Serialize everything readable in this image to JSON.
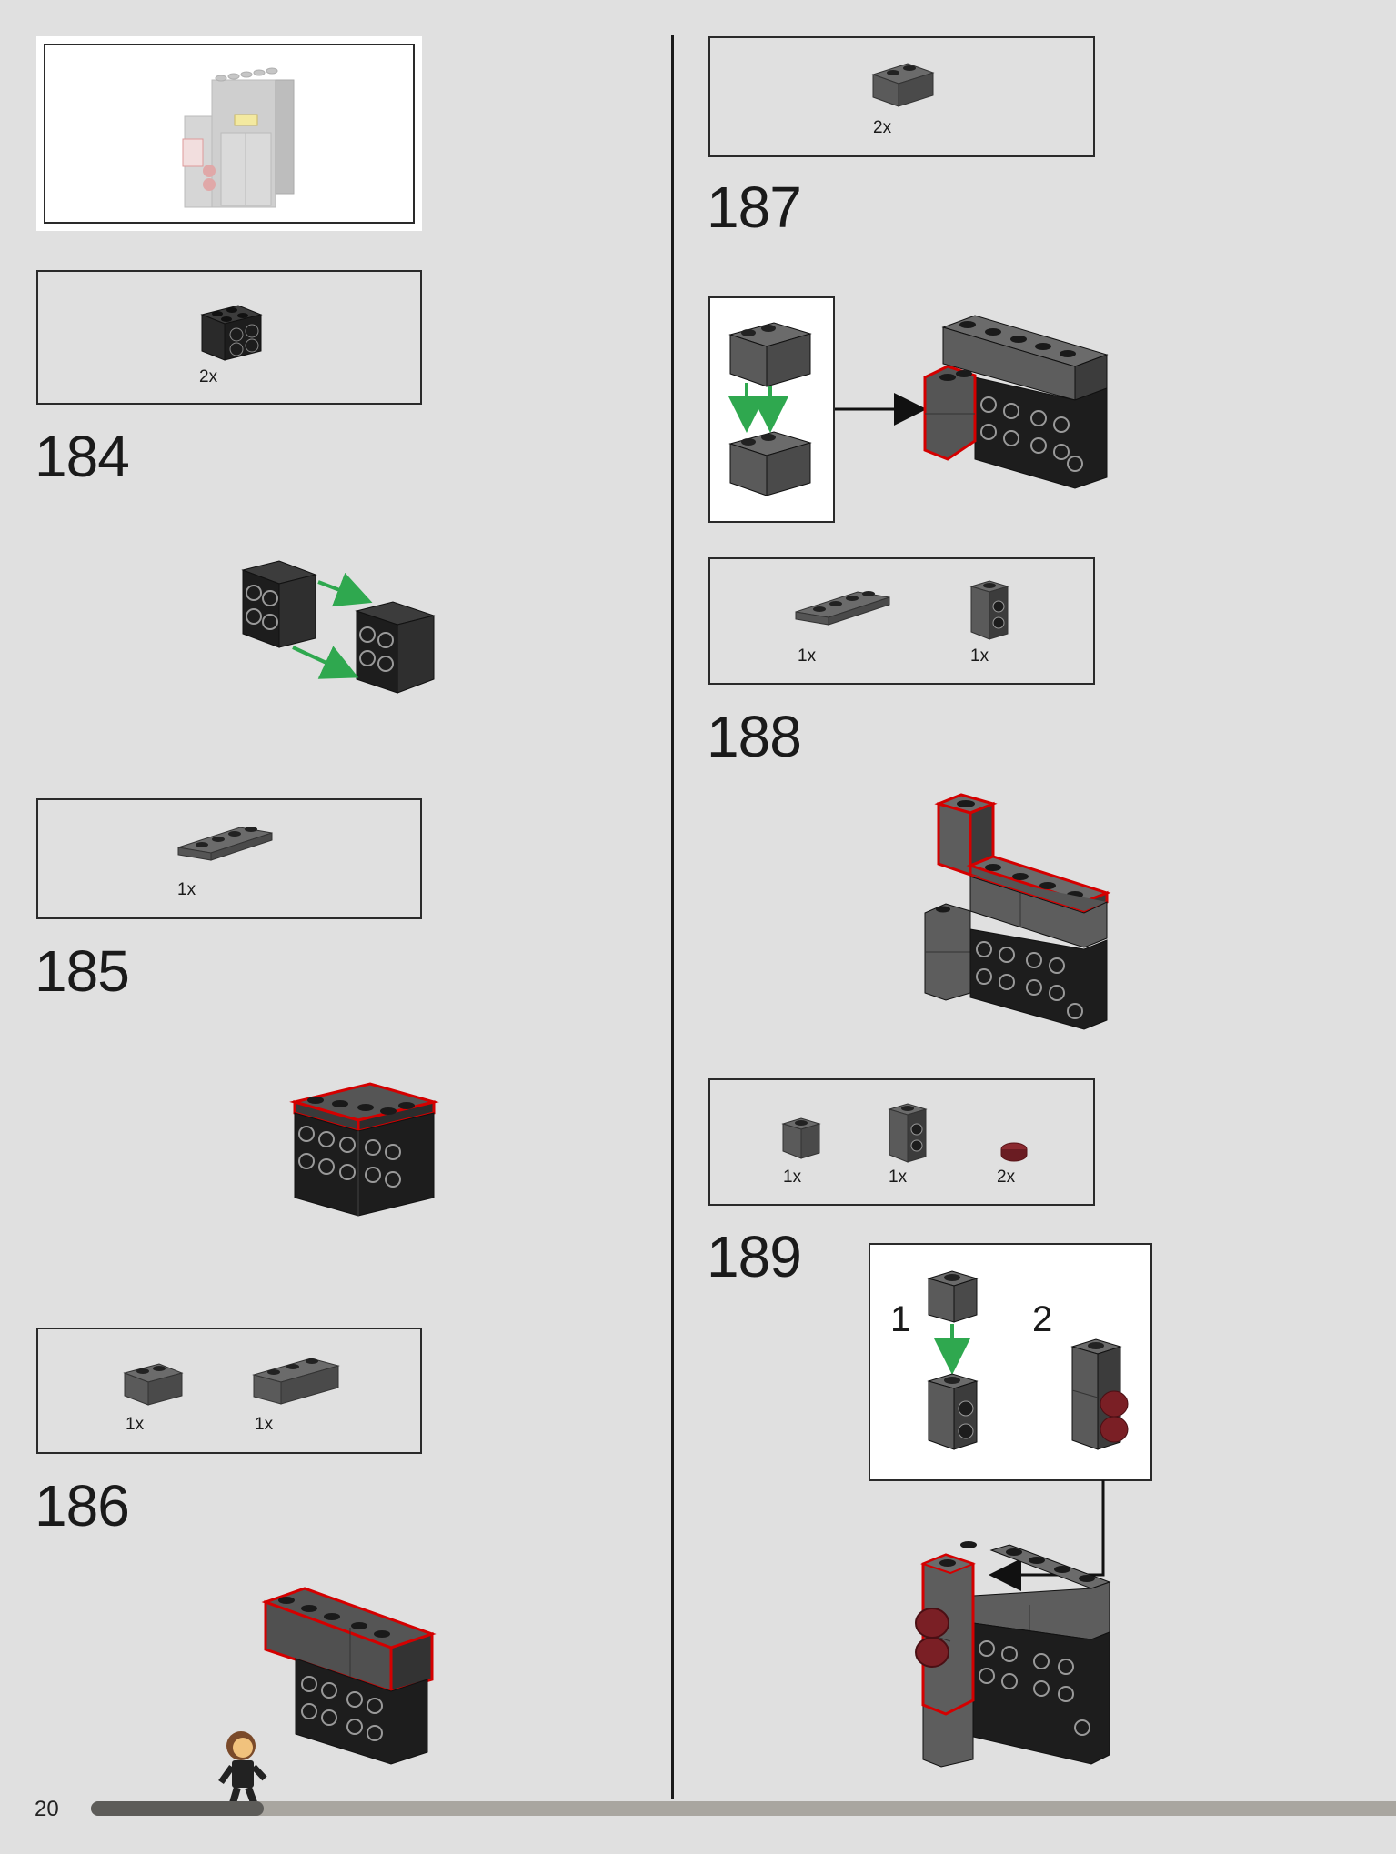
{
  "page": {
    "number": "20"
  },
  "colors": {
    "brick_dark": "#3b3b3b",
    "brick_mid": "#6b6b6b",
    "brick_light": "#888888",
    "black": "#1d1d1d",
    "highlight": "#d40000",
    "arrow_green": "#2fa84f",
    "dark_red": "#7a1f25",
    "progress": "#a9a6a0"
  },
  "steps": [
    {
      "number": "184",
      "parts": [
        {
          "qty": "2x",
          "icon": "brick-2x2-black-studs-side"
        }
      ]
    },
    {
      "number": "185",
      "parts": [
        {
          "qty": "1x",
          "icon": "plate-1x4-dark-grey"
        }
      ]
    },
    {
      "number": "186",
      "parts": [
        {
          "qty": "1x",
          "icon": "brick-1x2-dark-grey"
        },
        {
          "qty": "1x",
          "icon": "brick-1x3-dark-grey"
        }
      ]
    },
    {
      "number": "187",
      "parts": [
        {
          "qty": "2x",
          "icon": "brick-1x2-dark-grey"
        }
      ]
    },
    {
      "number": "188",
      "parts": [
        {
          "qty": "1x",
          "icon": "plate-1x4-dark-grey"
        },
        {
          "qty": "1x",
          "icon": "brick-1x1-studs-side"
        }
      ]
    },
    {
      "number": "189",
      "parts": [
        {
          "qty": "1x",
          "icon": "brick-1x1-dark-grey"
        },
        {
          "qty": "1x",
          "icon": "brick-1x1-studs-side"
        },
        {
          "qty": "2x",
          "icon": "round-tile-1x1-dark-red"
        }
      ],
      "substeps": [
        "1",
        "2"
      ]
    }
  ],
  "progress": {
    "fraction": 0.13
  }
}
